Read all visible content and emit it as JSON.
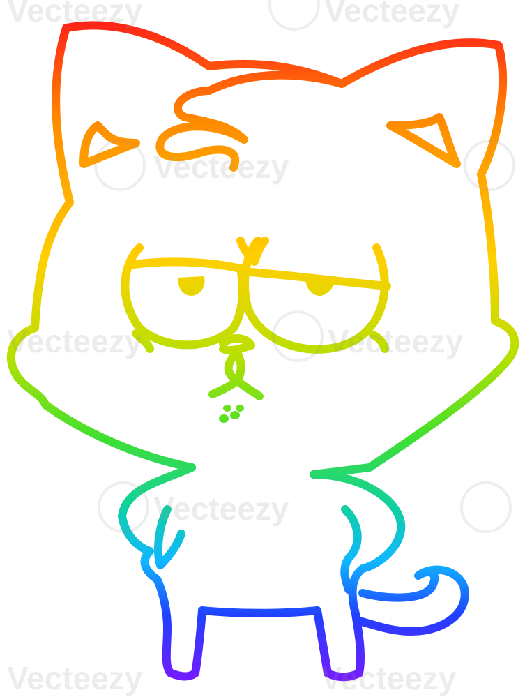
{
  "watermark": {
    "text": "Vecteezy"
  },
  "colors": {
    "gradient": [
      "#ff1a1a",
      "#ff8c00",
      "#ffd000",
      "#7be000",
      "#10d070",
      "#10b8ff",
      "#2040ff",
      "#7a18ff"
    ],
    "background": "#ffffff"
  },
  "illustration": {
    "subject": "cat",
    "style": "rainbow gradient line drawing"
  }
}
